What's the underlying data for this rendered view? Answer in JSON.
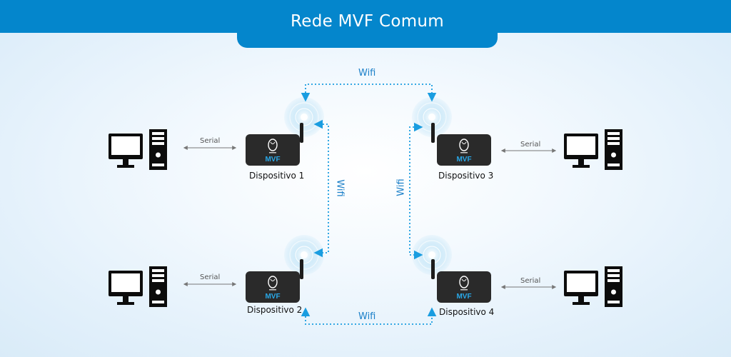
{
  "header": {
    "title": "Rede MVF Comum"
  },
  "devices": [
    {
      "label": "Dispositivo 1",
      "logo_text": "MVF"
    },
    {
      "label": "Dispositivo 2",
      "logo_text": "MVF"
    },
    {
      "label": "Dispositivo 3",
      "logo_text": "MVF"
    },
    {
      "label": "Dispositivo 4",
      "logo_text": "MVF"
    }
  ],
  "links": {
    "serial": "Serial",
    "wifi": "Wifi"
  },
  "colors": {
    "brand": "#0486cc",
    "link": "#1a9de0",
    "device": "#2a2a2a",
    "logo_accent": "#29a8e8"
  },
  "icons": [
    "computer-icon",
    "wifi-signal-icon",
    "router-icon"
  ]
}
